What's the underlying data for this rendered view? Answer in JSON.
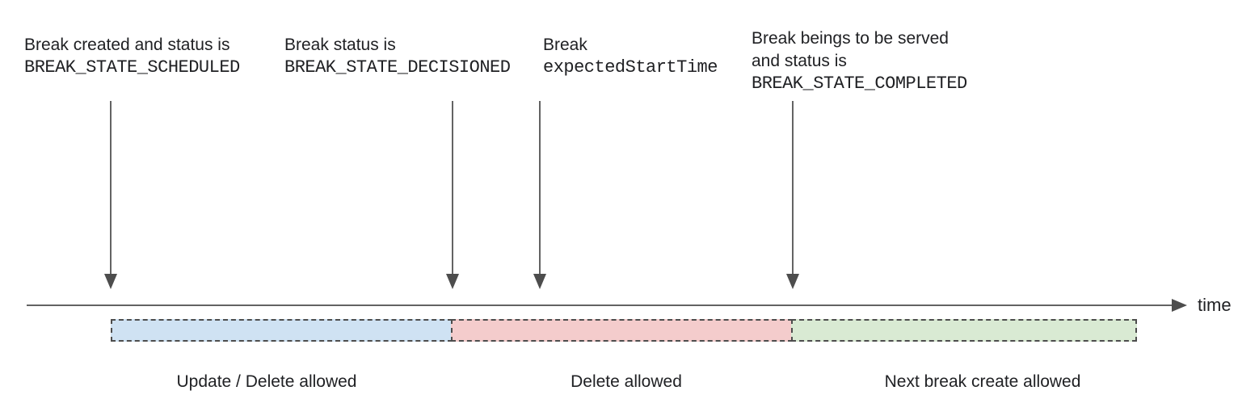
{
  "diagram": {
    "annotations": [
      {
        "text": "Break created and status is",
        "code": "BREAK_STATE_SCHEDULED"
      },
      {
        "text": "Break status is",
        "code": "BREAK_STATE_DECISIONED"
      },
      {
        "text": "Break",
        "code": "expectedStartTime"
      },
      {
        "text": "Break beings to be served and status is",
        "code": "BREAK_STATE_COMPLETED"
      }
    ],
    "timeline_label": "time",
    "segments": [
      {
        "label": "Update / Delete allowed",
        "fill": "#cfe2f3"
      },
      {
        "label": "Delete allowed",
        "fill": "#f4cccc"
      },
      {
        "label": "Next break create allowed",
        "fill": "#d9ead3"
      }
    ],
    "colors": {
      "arrow": "#636363",
      "arrowhead": "#4d4d4d",
      "segment_border": "#4d4d4d",
      "text": "#202124"
    }
  }
}
